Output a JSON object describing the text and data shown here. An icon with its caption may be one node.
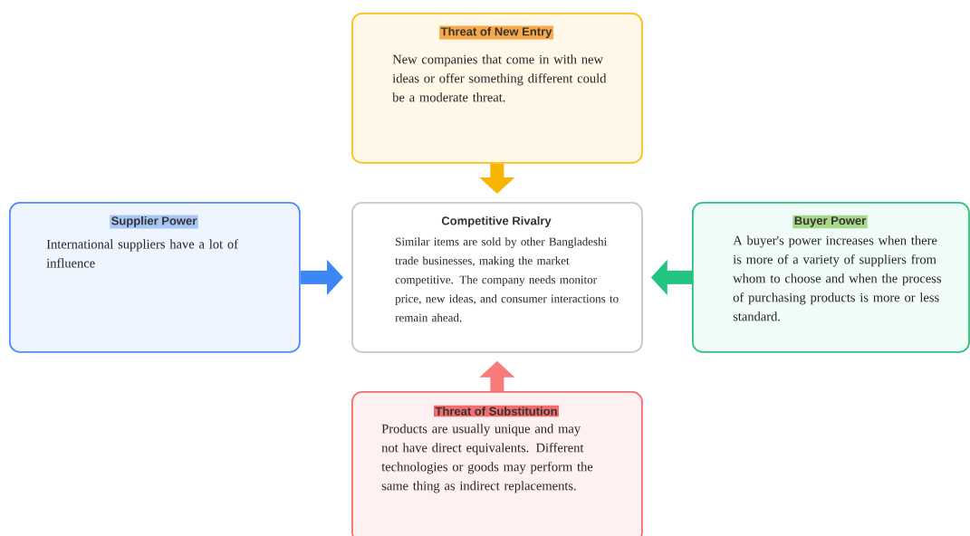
{
  "diagram": {
    "nodes": [
      {
        "text": [
          "Threat of New Entry",
          "New companies that come in with new ideas or offer something different could be a moderate threat."
        ]
      },
      {
        "text": [
          "Supplier Power",
          "International suppliers have a lot of influence"
        ]
      },
      {
        "text": [
          "Competitive Rivalry",
          "Similar items are sold by other Bangladeshi trade businesses, making the market competitive. The company needs monitor price, new ideas, and consumer interactions to remain ahead."
        ]
      },
      {
        "text": [
          "Buyer Power",
          "A buyer's power increases when there is more of a variety of suppliers from whom to choose and when the process of purchasing products is more or less standard."
        ]
      },
      {
        "text": [
          "Threat of Substitution",
          "Products are usually unique and may not have direct equivalents. Different technologies or goods may perform the same thing as indirect replacements."
        ]
      }
    ],
    "edges": [
      {
        "from": 0,
        "to": 2,
        "arrow": "to",
        "color": "#f7b500"
      },
      {
        "from": 1,
        "to": 2,
        "arrow": "to",
        "color": "#3d86f5"
      },
      {
        "from": 3,
        "to": 2,
        "arrow": "to",
        "color": "#23c483"
      },
      {
        "from": 4,
        "to": 2,
        "arrow": "to",
        "color": "#f77b78"
      }
    ]
  }
}
